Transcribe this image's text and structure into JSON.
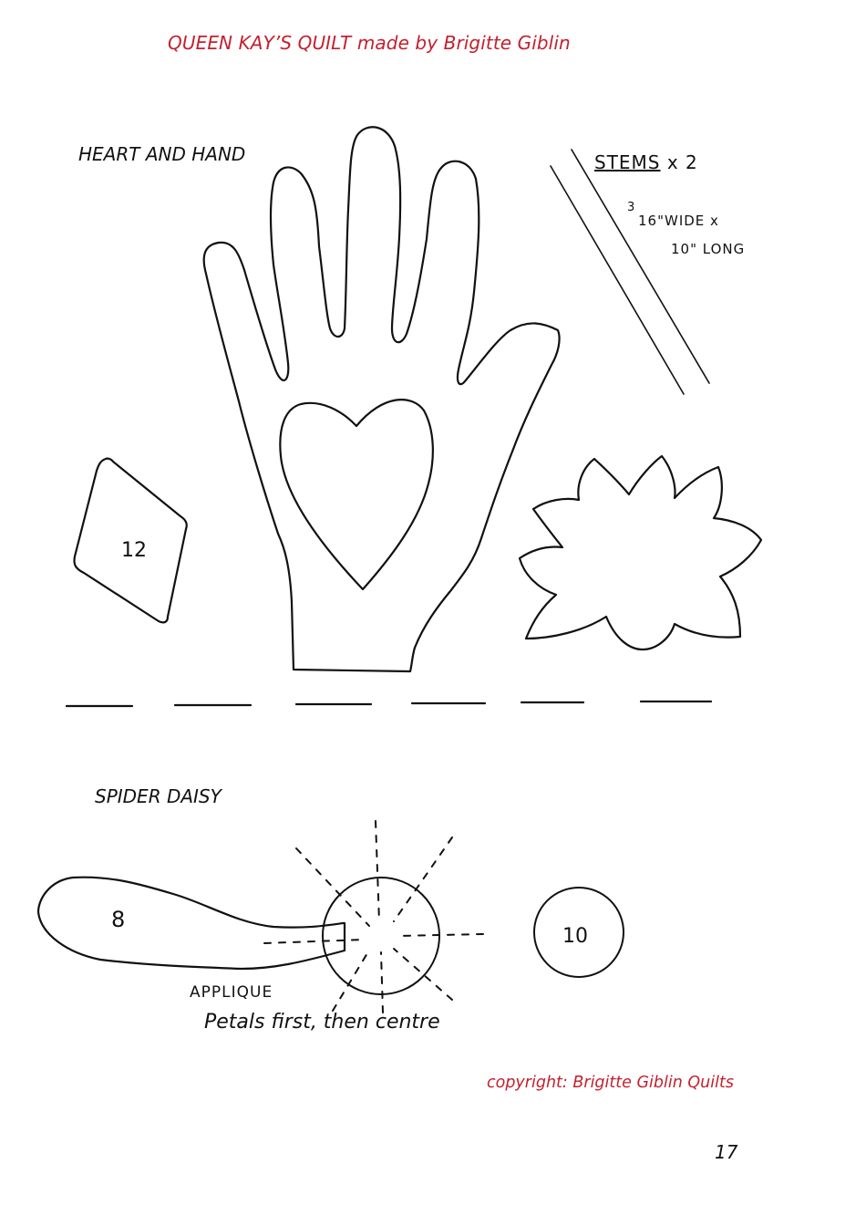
{
  "header": {
    "title": "QUEEN KAY’S QUILT made by Brigitte Giblin"
  },
  "sections": [
    {
      "heading": "HEART AND HAND",
      "pieces": [
        {
          "shape": "diamond",
          "label": "12"
        },
        {
          "shape": "hand-with-heart-cutout",
          "label": ""
        },
        {
          "shape": "flower",
          "label": ""
        },
        {
          "shape": "stems",
          "label": ""
        }
      ],
      "notes": {
        "stems_title": "STEMS",
        "stems_count": "x 2",
        "stems_size_line1": "3/16\" WIDE x",
        "stems_size_line2": "10\" LONG",
        "fraction_num": "3",
        "fraction_den": "16\"WIDE x"
      }
    },
    {
      "heading": "SPIDER DAISY",
      "pieces": [
        {
          "shape": "petal",
          "label": "8"
        },
        {
          "shape": "circle",
          "label": "10"
        }
      ],
      "notes": {
        "line1": "APPLIQUE",
        "line2": "Petals first, then centre"
      }
    }
  ],
  "footer": {
    "copyright": "copyright:  Brigitte Giblin Quilts",
    "page_number": "17"
  },
  "colors": {
    "accent_red": "#c4202e",
    "ink": "#111111"
  }
}
